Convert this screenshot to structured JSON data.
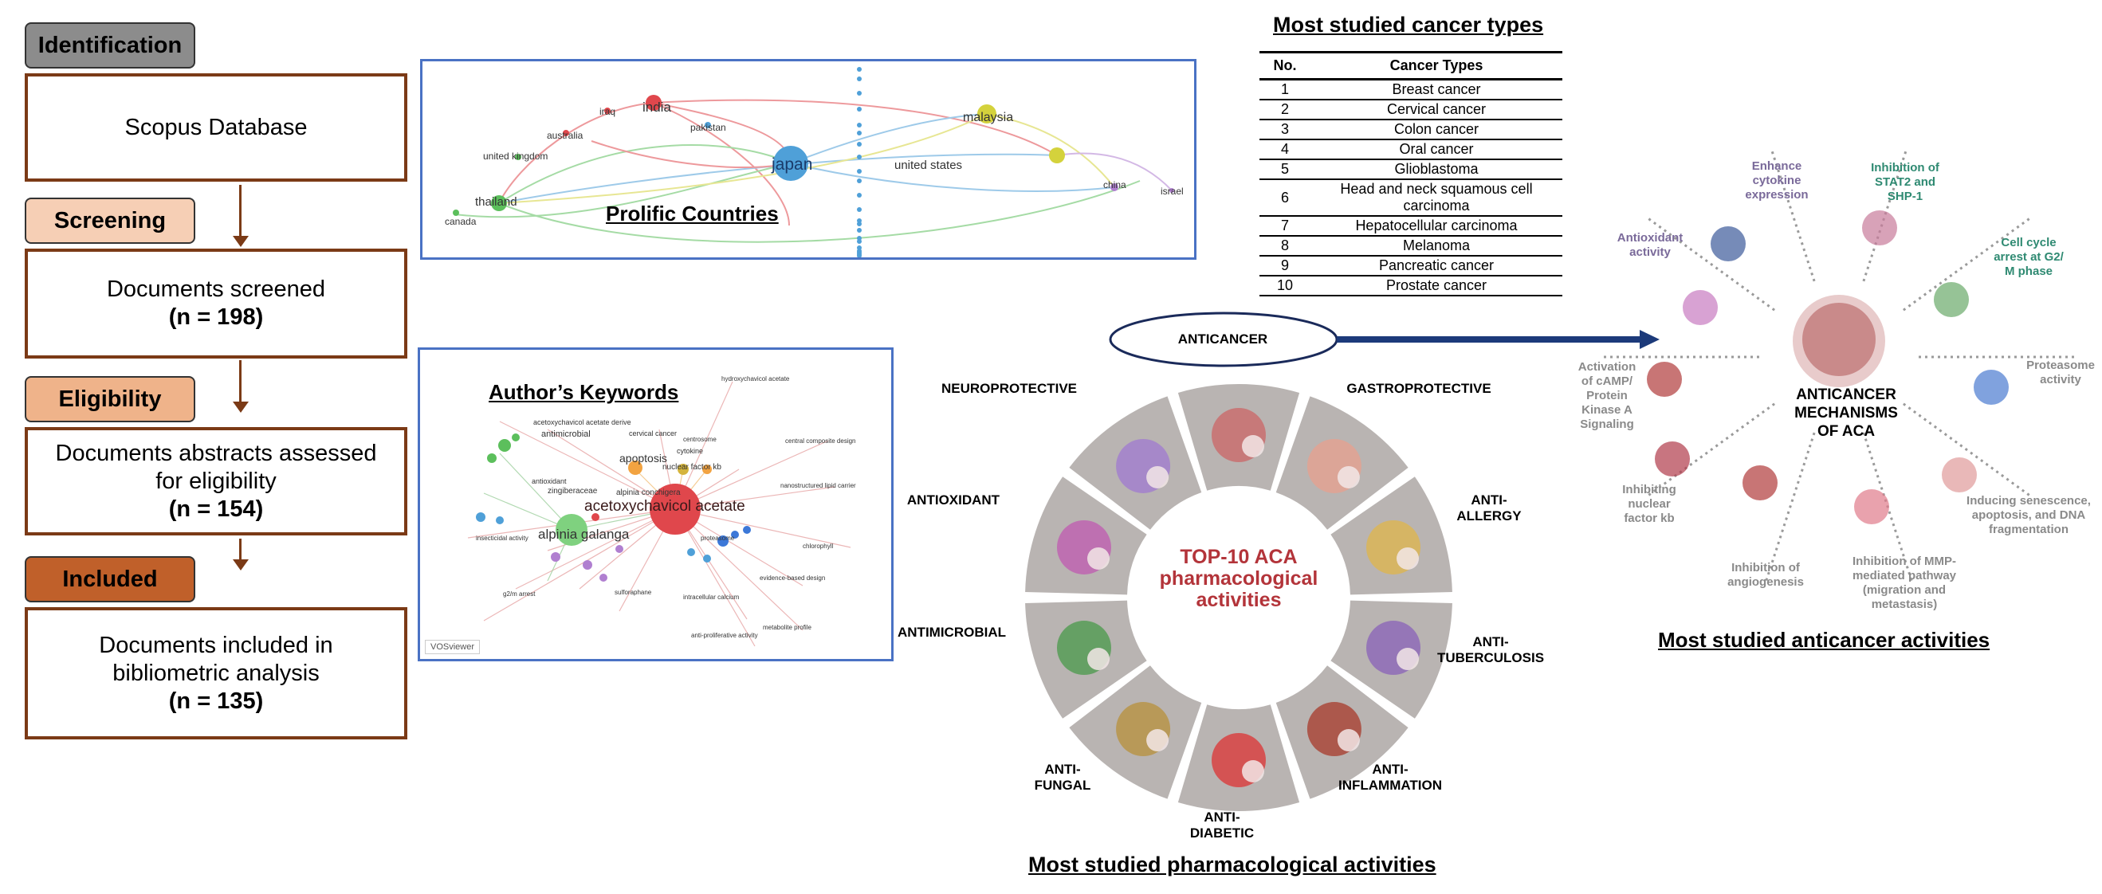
{
  "prisma": {
    "stages": [
      {
        "label": "Identification",
        "color": "#8c8c8c"
      },
      {
        "label": "Screening",
        "color": "#f6cfb5"
      },
      {
        "label": "Eligibility",
        "color": "#efb38a"
      },
      {
        "label": "Included",
        "color": "#c0602a"
      }
    ],
    "boxes": [
      {
        "line1": "Scopus Database",
        "line2": "",
        "count": ""
      },
      {
        "line1": "Documents screened",
        "line2": "",
        "count": "(n = 198)"
      },
      {
        "line1": "Documents abstracts assessed",
        "line2": "for eligibility",
        "count": "(n = 154)"
      },
      {
        "line1": "Documents included in",
        "line2": "bibliometric analysis",
        "count": "(n = 135)"
      }
    ]
  },
  "countries": {
    "title": "Prolific Countries",
    "nodes": [
      {
        "label": "india",
        "color": "#e0474c"
      },
      {
        "label": "iraq",
        "color": "#e0474c"
      },
      {
        "label": "australia",
        "color": "#e0474c"
      },
      {
        "label": "pakistan",
        "color": "#4fa0d8"
      },
      {
        "label": "united kingdom",
        "color": "#5cbf5c"
      },
      {
        "label": "thailand",
        "color": "#5cbf5c"
      },
      {
        "label": "canada",
        "color": "#5cbf5c"
      },
      {
        "label": "japan",
        "color": "#4fa0d8"
      },
      {
        "label": "malaysia",
        "color": "#d4d23c"
      },
      {
        "label": "united states",
        "color": "#d4d23c"
      },
      {
        "label": "china",
        "color": "#b07fd0"
      },
      {
        "label": "israel",
        "color": "#b07fd0"
      }
    ]
  },
  "keywords": {
    "title": "Author’s Keywords",
    "logo": "VOSviewer",
    "terms": [
      "acetoxychavicol acetate",
      "alpinia galanga",
      "apoptosis",
      "nuclear factor kb",
      "alpinia conchigera",
      "antimicrobial",
      "zingiberaceae",
      "hydroxychavicol acetate",
      "cervical cancer",
      "cytokine",
      "centrosome",
      "nanostructured lipid carrier",
      "chlorophyll",
      "antioxidant",
      "insecticidal activity",
      "anti-proliferative activity",
      "metabolite profile",
      "intracellular calcium",
      "evidence-based design",
      "g2/m arrest",
      "acetoxychavicol acetate derive",
      "central composite design",
      "proteasome",
      "sulforaphane"
    ]
  },
  "cancer_table": {
    "title": "Most studied cancer types",
    "col_no": "No.",
    "col_type": "Cancer Types",
    "rows": [
      {
        "no": "1",
        "type": "Breast cancer"
      },
      {
        "no": "2",
        "type": "Cervical cancer"
      },
      {
        "no": "3",
        "type": "Colon cancer"
      },
      {
        "no": "4",
        "type": "Oral cancer"
      },
      {
        "no": "5",
        "type": "Glioblastoma"
      },
      {
        "no": "6",
        "type": "Head and neck squamous cell carcinoma"
      },
      {
        "no": "7",
        "type": "Hepatocellular carcinoma"
      },
      {
        "no": "8",
        "type": "Melanoma"
      },
      {
        "no": "9",
        "type": "Pancreatic cancer"
      },
      {
        "no": "10",
        "type": "Prostate cancer"
      }
    ]
  },
  "wheel": {
    "center": "TOP-10 ACA pharmacological activities",
    "center_color": "#b3343a",
    "title": "Most studied pharmacological activities",
    "labels": [
      "ANTICANCER",
      "GASTROPROTECTIVE",
      "ANTI-\nALLERGY",
      "ANTI-\nTUBERCULOSIS",
      "ANTI-\nINFLAMMATION",
      "ANTI-\nDIABETIC",
      "ANTI-\nFUNGAL",
      "ANTIMICROBIAL",
      "ANTIOXIDANT",
      "NEUROPROTECTIVE"
    ]
  },
  "mechanisms": {
    "center": "ANTICANCER\nMECHANISMS\nOF ACA",
    "title": "Most studied anticancer activities",
    "items": [
      {
        "label": "Enhance\ncytokine\nexpression",
        "color": "#7a6a9a"
      },
      {
        "label": "Inhibition of\nSTAT2 and\nSHP-1",
        "color": "#2f8a72"
      },
      {
        "label": "Cell cycle\narrest at G2/\nM phase",
        "color": "#2f8a72"
      },
      {
        "label": "Proteasome\nactivity",
        "color": "#8a8a8a"
      },
      {
        "label": "Inducing senescence,\napoptosis, and DNA\nfragmentation",
        "color": "#8a8a8a"
      },
      {
        "label": "Inhibition of MMP-\nmediated pathway\n(migration and\nmetastasis)",
        "color": "#8a8a8a"
      },
      {
        "label": "Inhibition of\nangiogenesis",
        "color": "#8a8a8a"
      },
      {
        "label": "Inhibiting\nnuclear\nfactor kb",
        "color": "#8a8a8a"
      },
      {
        "label": "Activation\nof cAMP/\nProtein\nKinase A\nSignaling",
        "color": "#8a8a8a"
      },
      {
        "label": "Antioxidant\nactivity",
        "color": "#7a6a9a"
      }
    ]
  }
}
